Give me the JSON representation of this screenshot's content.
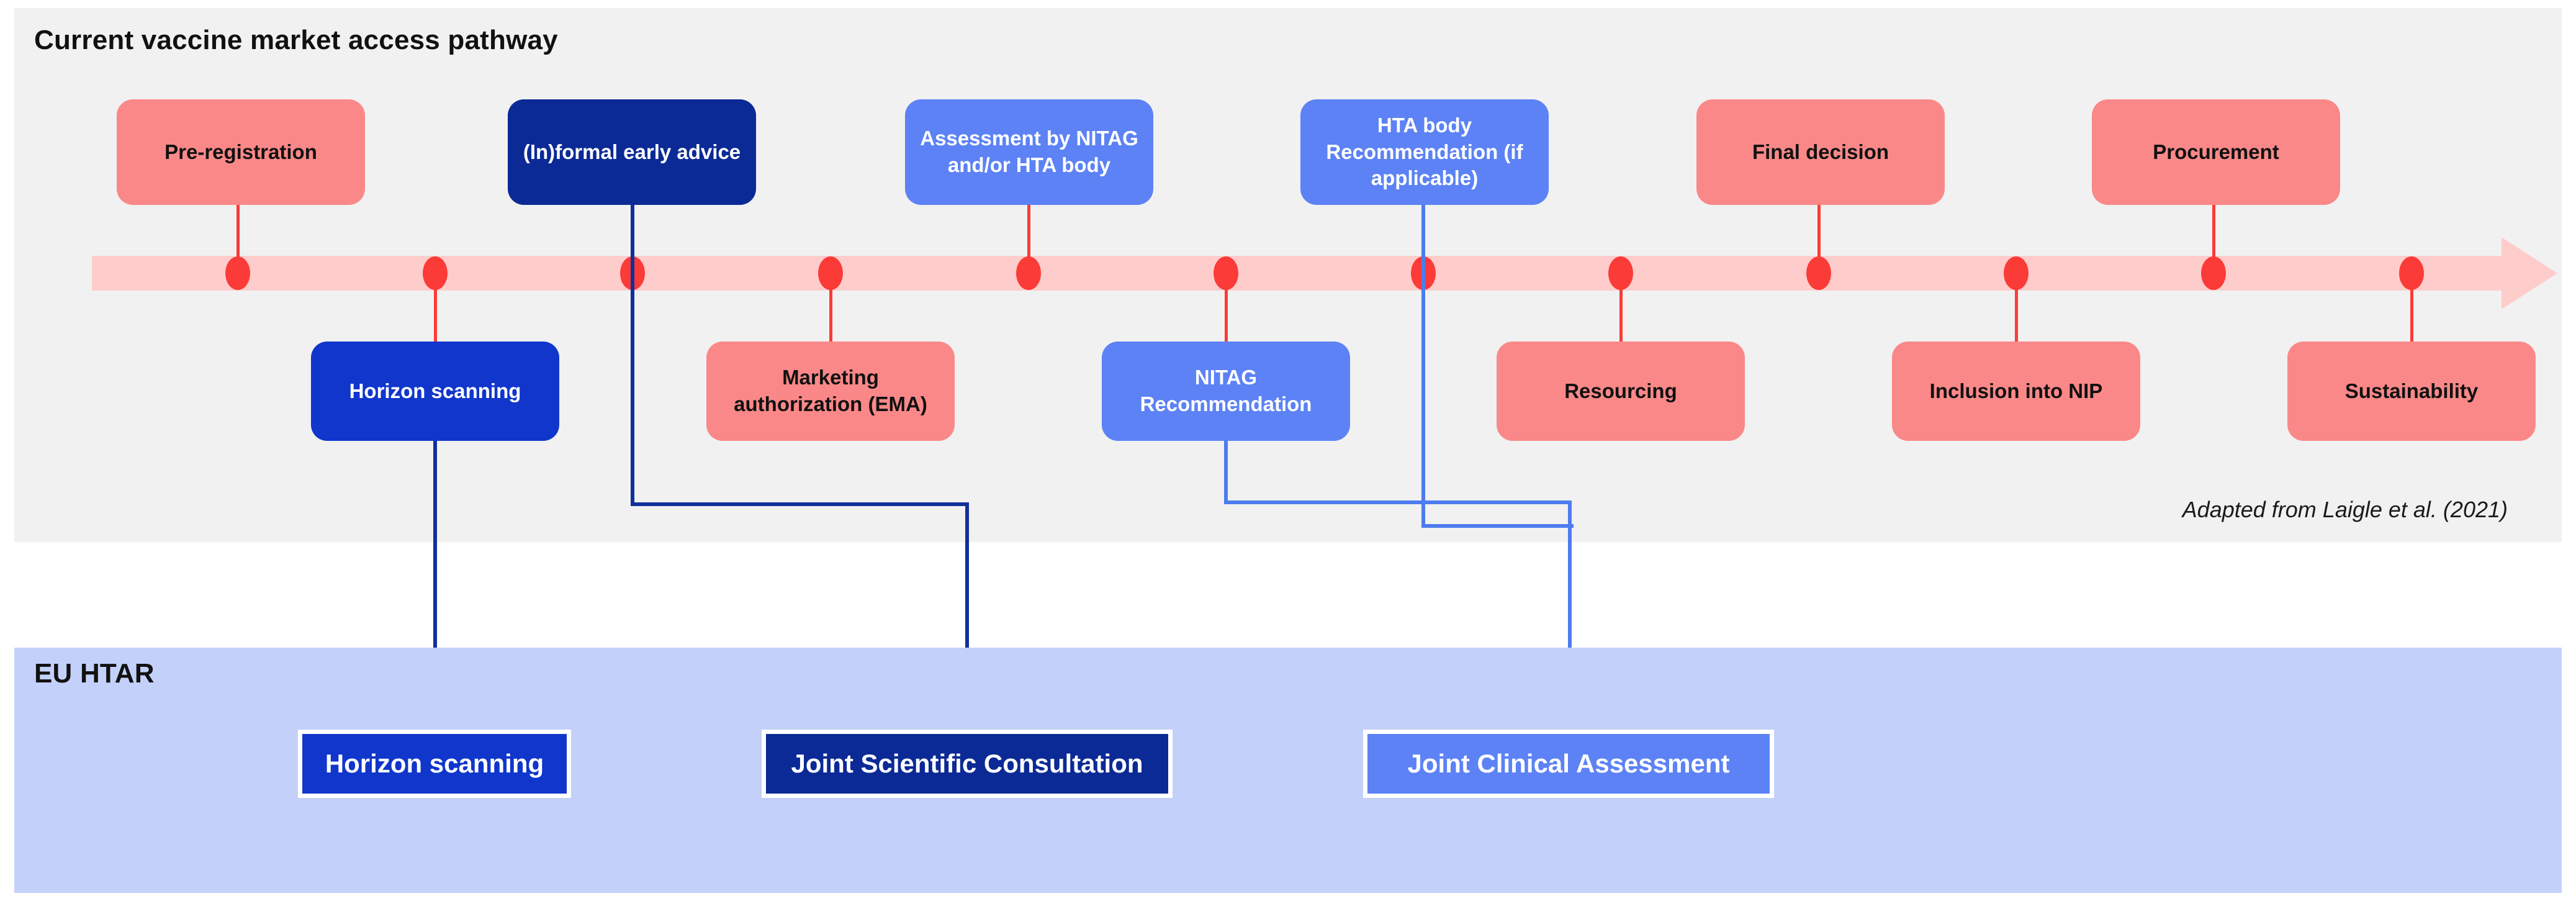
{
  "panels": {
    "top": {
      "title": "Current vaccine market access pathway",
      "bg": "#f1f1f1"
    },
    "bottom": {
      "title": "EU HTAR",
      "bg": "#c3d1fa"
    }
  },
  "credit": "Adapted from Laigle et al. (2021)",
  "colors": {
    "salmon": "#fb8888",
    "navy": "#0b2a96",
    "bright_blue": "#1036cc",
    "medium_blue": "#5c82f5",
    "timeline_bar": "#ffcccc",
    "timeline_dot": "#fb3b37",
    "top_panel_bg": "#f1f1f1",
    "bottom_panel_bg": "#c3d1fa"
  },
  "timeline": {
    "dot_count": 12,
    "arrow_direction": "right"
  },
  "top_row_nodes": [
    {
      "label": "Pre-registration",
      "color": "salmon"
    },
    {
      "label": "(In)formal early advice",
      "color": "navy"
    },
    {
      "label": "Assessment by NITAG and/or HTA body",
      "color": "blue"
    },
    {
      "label": "HTA body Recommendation (if applicable)",
      "color": "blue"
    },
    {
      "label": "Final decision",
      "color": "salmon"
    },
    {
      "label": "Procurement",
      "color": "salmon"
    }
  ],
  "bottom_row_nodes": [
    {
      "label": "Horizon scanning",
      "color": "bright_blue"
    },
    {
      "label": "Marketing authorization (EMA)",
      "color": "salmon"
    },
    {
      "label": "NITAG Recommendation",
      "color": "blue"
    },
    {
      "label": "Resourcing",
      "color": "salmon"
    },
    {
      "label": "Inclusion into NIP",
      "color": "salmon"
    },
    {
      "label": "Sustainability",
      "color": "salmon"
    }
  ],
  "htar_nodes": [
    {
      "label": "Horizon scanning",
      "color": "bright_blue"
    },
    {
      "label": "Joint Scientific Consultation",
      "color": "navy"
    },
    {
      "label": "Joint Clinical Assessment",
      "color": "medium_blue"
    }
  ]
}
